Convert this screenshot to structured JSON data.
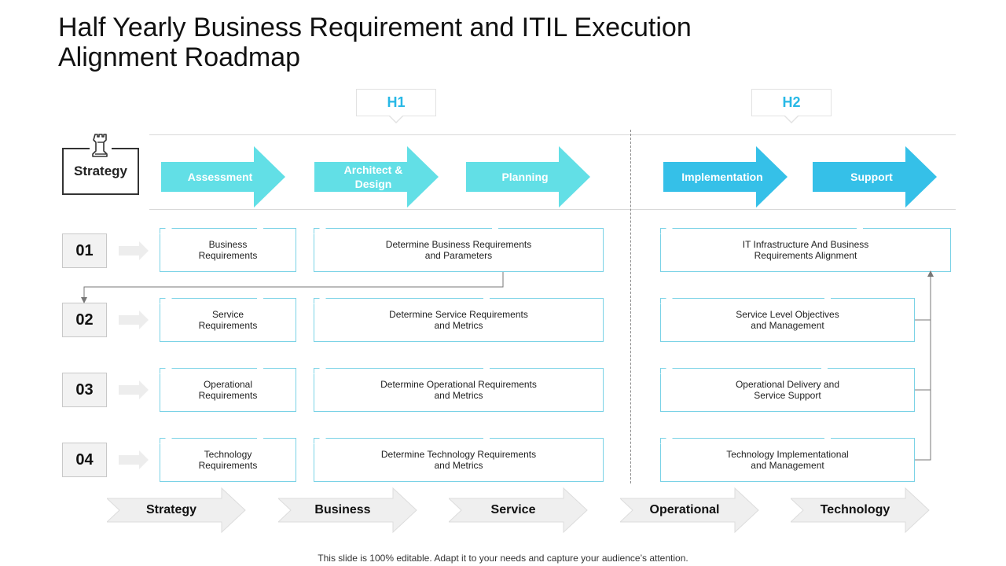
{
  "title": {
    "line1": "Half Yearly Business Requirement and ITIL Execution",
    "line2": "Alignment Roadmap"
  },
  "halves": {
    "h1": "H1",
    "h2": "H2"
  },
  "strategy_label": "Strategy",
  "phases": [
    {
      "label": "Assessment",
      "color": "#62dfe6"
    },
    {
      "label": "Architect &\nDesign",
      "color": "#62dfe6"
    },
    {
      "label": "Planning",
      "color": "#62dfe6"
    },
    {
      "label": "Implementation",
      "color": "#35c0e8"
    },
    {
      "label": "Support",
      "color": "#35c0e8"
    }
  ],
  "rows": [
    {
      "num": "01",
      "col1": "Business\nRequirements",
      "col2": "Determine Business Requirements\nand Parameters",
      "col3": "IT Infrastructure And Business\nRequirements Alignment"
    },
    {
      "num": "02",
      "col1": "Service\nRequirements",
      "col2": "Determine Service Requirements\nand Metrics",
      "col3": "Service Level Objectives\nand Management"
    },
    {
      "num": "03",
      "col1": "Operational\nRequirements",
      "col2": "Determine Operational Requirements\nand Metrics",
      "col3": "Operational Delivery and\nService Support"
    },
    {
      "num": "04",
      "col1": "Technology\nRequirements",
      "col2": "Determine Technology Requirements\nand Metrics",
      "col3": "Technology Implementational\nand Management"
    }
  ],
  "bottom_steps": [
    "Strategy",
    "Business",
    "Service",
    "Operational",
    "Technology"
  ],
  "footer": "This slide is 100% editable. Adapt it to your needs and capture your audience’s attention.",
  "colors": {
    "accent": "#27b8e6",
    "phase_light": "#62dfe6",
    "phase_dark": "#35c0e8",
    "card_border": "#7ad2e6",
    "bottom_arrow": "#efefef"
  },
  "icons": {
    "strategy": "rook-chess-icon"
  }
}
